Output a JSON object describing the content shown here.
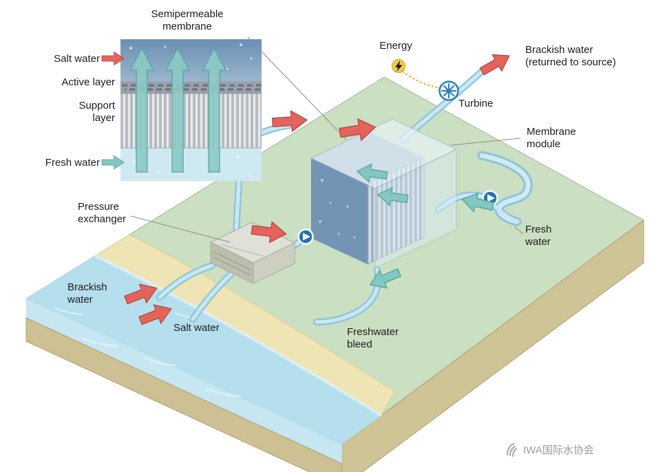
{
  "inset": {
    "title": "Semipermeable membrane",
    "salt_water_label": "Salt water",
    "active_layer_label": "Active layer",
    "support_layer_label": "Support layer",
    "fresh_water_label": "Fresh water"
  },
  "scene": {
    "energy_label": "Energy",
    "turbine_label": "Turbine",
    "brackish_out_label": "Brackish water (returned to source)",
    "membrane_module_label": "Membrane module",
    "fresh_water_label": "Fresh water",
    "pressure_exchanger_label": "Pressure exchanger",
    "brackish_water_label": "Brackish water",
    "salt_water_label": "Salt water",
    "freshwater_bleed_label": "Freshwater bleed"
  },
  "watermark": {
    "text": "IWA国际水协会"
  },
  "icons": {
    "turbine": "turbine-icon",
    "energy": "energy-bolt-icon",
    "pump": "pump-icon",
    "iwa_logo": "iwa-logo-icon",
    "flow_arrow": "flow-arrow-icon"
  },
  "colors": {
    "arrow_red": "#e4645c",
    "arrow_red_stroke": "#b0443d",
    "arrow_teal": "#82c7c2",
    "arrow_teal_stroke": "#4f9a95",
    "pipe_edge": "#8cc3da",
    "pipe_fill": "#c9e7f3",
    "sea": "#b5dfec",
    "grass": "#cbdfc2",
    "sand": "#efe4b3",
    "earth": "#cdc093",
    "module_dark": "#5a7da6",
    "accent_blue": "#2d7cb4",
    "energy_yellow": "#f5c840"
  }
}
